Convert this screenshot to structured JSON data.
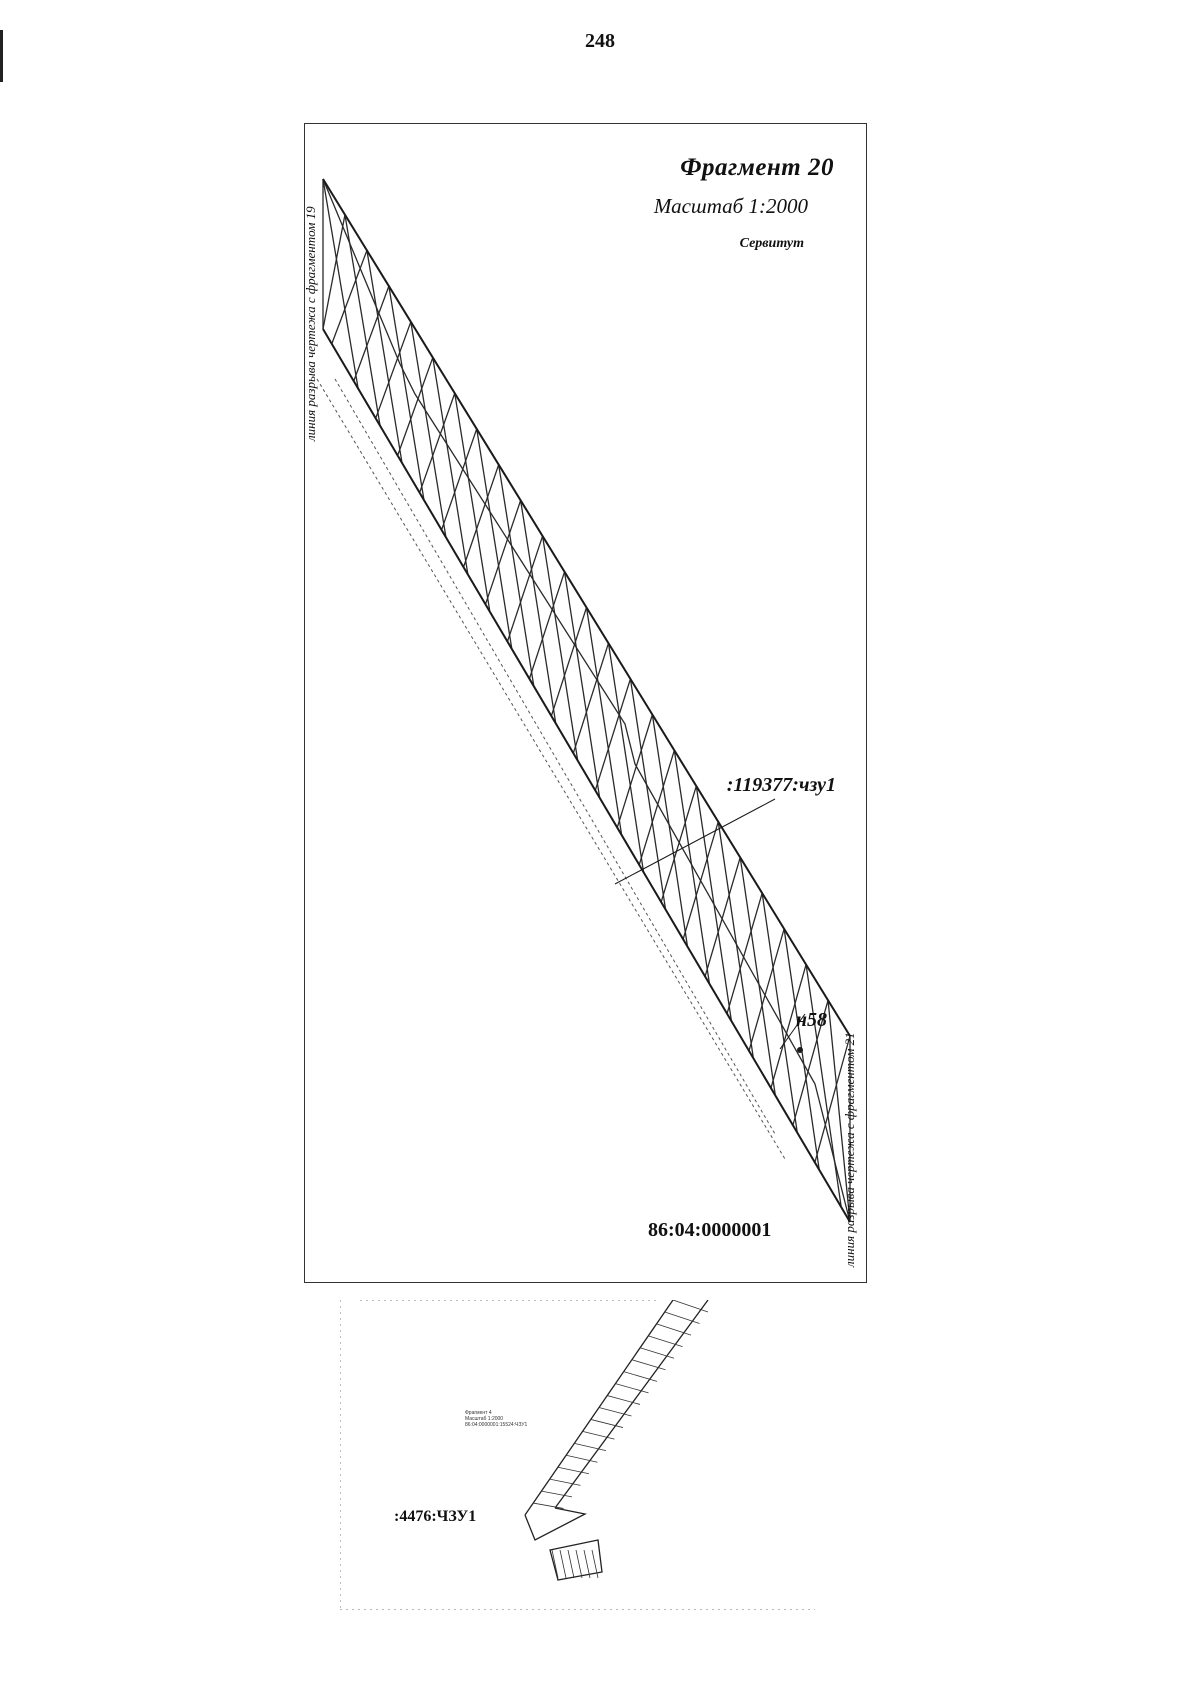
{
  "page": {
    "number": "248"
  },
  "fragment": {
    "title": "Фрагмент 20",
    "scale": "Масштаб 1:2000",
    "subtitle": "Сервитут",
    "parcel_label": ":119377:чзу1",
    "point_label": "н58",
    "block_label": "86:04:0000001",
    "break_line_left": "линия разрыва чертежа с фрагментом 19",
    "break_line_right": "линия разрыва чертежа с фрагментом 21"
  },
  "inset": {
    "parcel_label": ":4476:ЧЗУ1",
    "caption_lines": [
      "Фрагмент 4",
      "Масштаб 1:2000",
      "86:04:0000001:15524:ЧЗУ1"
    ]
  },
  "colors": {
    "line": "#1a1a1a",
    "hatch": "#2a2a2a",
    "dashed": "#555555"
  }
}
